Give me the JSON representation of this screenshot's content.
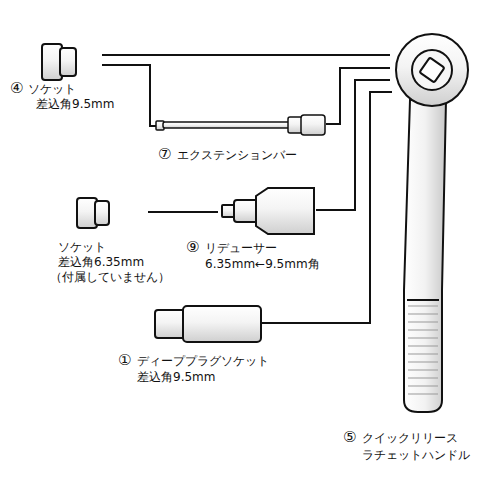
{
  "diagram": {
    "labels": [
      "④",
      "ソケット",
      "差込角9.5mm",
      "⑦",
      "エクステンションバー",
      "ソケット",
      "差込角6.35mm",
      "（付属していません）",
      "⑨",
      "リデューサー",
      "6.35mm←9.5mm角",
      "①",
      "ディーププラグソケット",
      "差込角9.5mm",
      "⑤",
      "クイックリリース",
      "ラチェットハンドル"
    ]
  }
}
